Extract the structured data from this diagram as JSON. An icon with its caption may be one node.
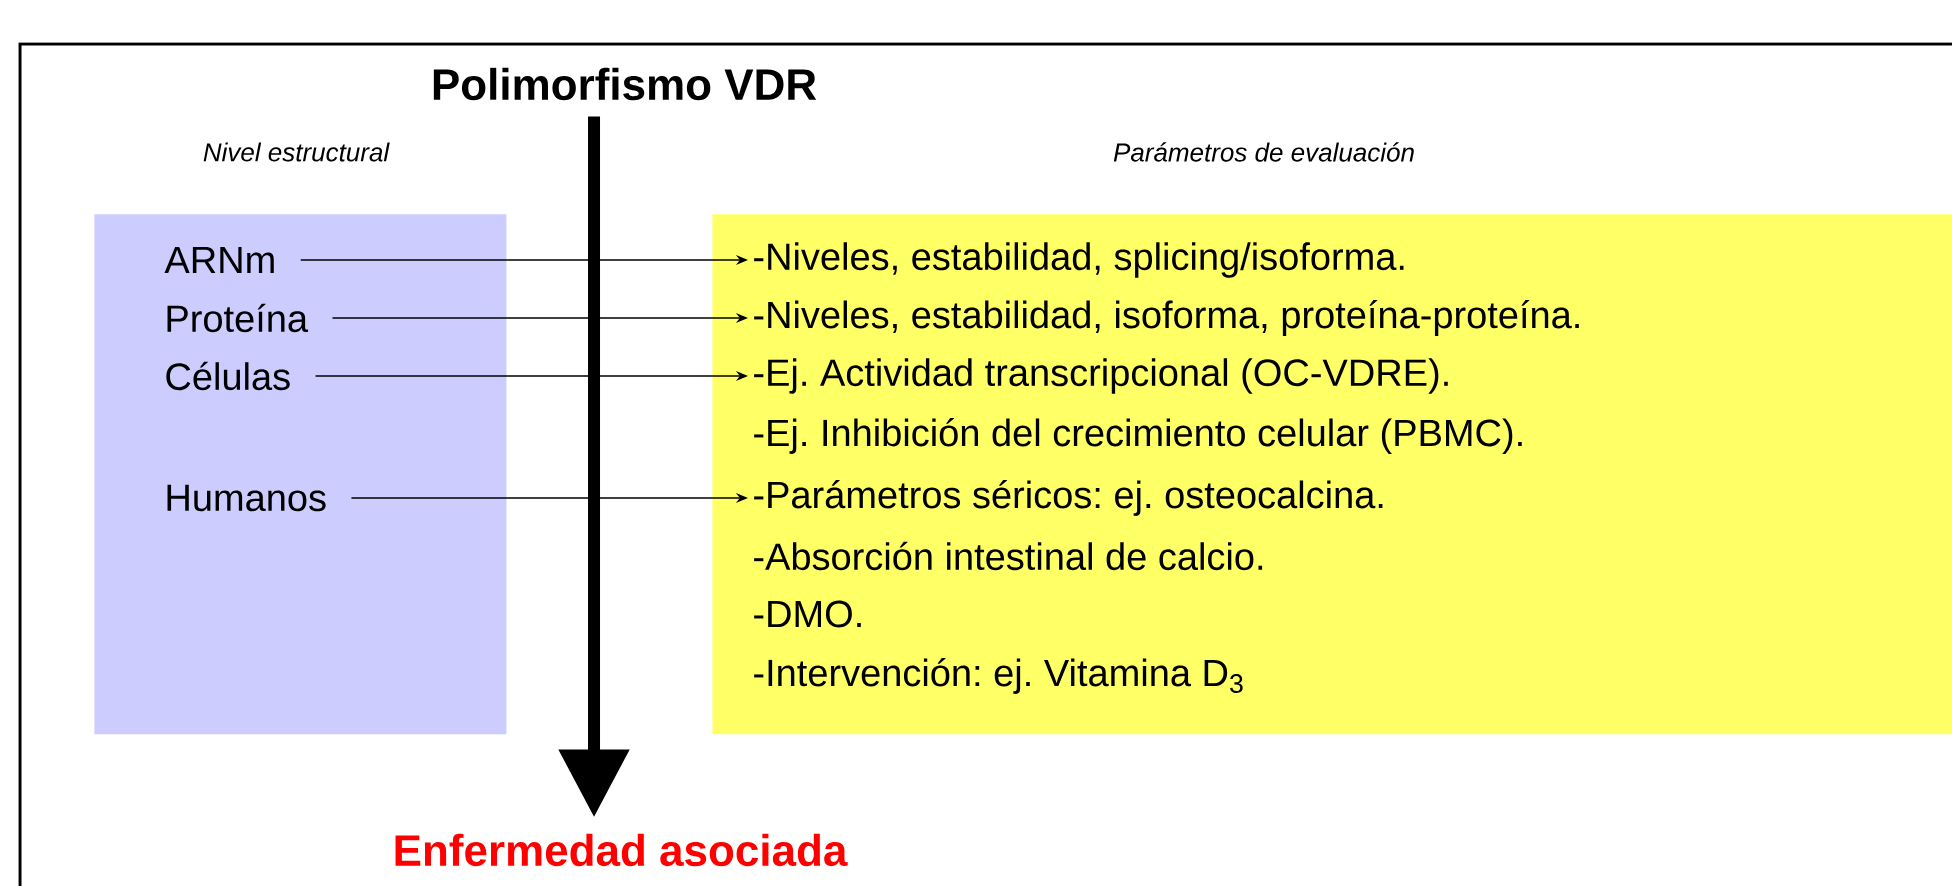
{
  "diagram": {
    "nodes": [
      {
        "text": [
          "Polimorfismo VDR"
        ]
      },
      {
        "text": [
          "Nivel estructural"
        ]
      },
      {
        "text": [
          "ARNm"
        ],
        "in": 1
      },
      {
        "text": [
          "Proteína"
        ],
        "in": 1
      },
      {
        "text": [
          "Células"
        ],
        "in": 1
      },
      {
        "text": [
          "Humanos"
        ],
        "in": 1
      },
      {
        "text": [
          "Parámetros de evaluación"
        ]
      },
      {
        "text": [
          "-Niveles, estabilidad, splicing/isoforma."
        ],
        "in": 6
      },
      {
        "text": [
          "-Niveles, estabilidad, isoforma, proteína-proteína."
        ],
        "in": 6
      },
      {
        "text": [
          "-Ej. Actividad transcripcional (OC-VDRE)."
        ],
        "in": 6
      },
      {
        "text": [
          "-Ej. Inhibición del crecimiento celular (PBMC)."
        ],
        "in": 6
      },
      {
        "text": [
          "-Parámetros séricos: ej. osteocalcina."
        ],
        "in": 6
      },
      {
        "text": [
          "-Absorción intestinal de calcio."
        ],
        "in": 6
      },
      {
        "text": [
          "-DMO."
        ],
        "in": 6
      },
      {
        "text": [
          "-Intervención: ej. Vitamina D$_{3}$"
        ],
        "in": 6
      },
      {
        "text": [
          "Enfermedad asociada"
        ]
      }
    ],
    "edges": [
      {
        "from": 0,
        "to": 15,
        "arrow": "to",
        "style": "thick"
      },
      {
        "from": 2,
        "to": 7,
        "arrow": "to"
      },
      {
        "from": 3,
        "to": 8,
        "arrow": "to"
      },
      {
        "from": 4,
        "to": 9,
        "arrow": "to"
      },
      {
        "from": 5,
        "to": 11,
        "arrow": "to"
      }
    ]
  }
}
